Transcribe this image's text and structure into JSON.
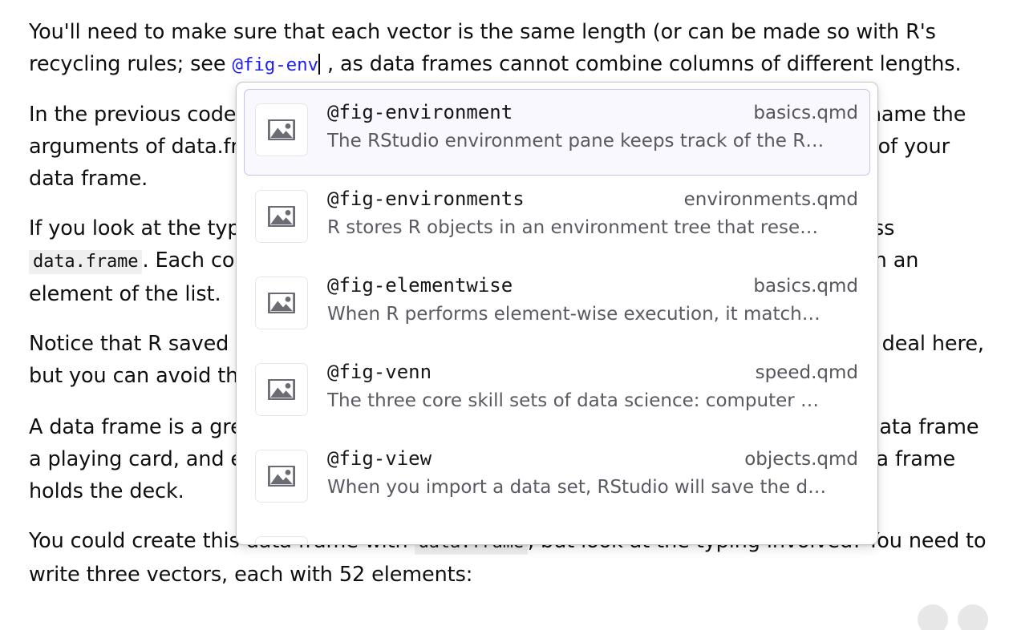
{
  "document": {
    "paragraphs": [
      {
        "id": "p1",
        "parts": [
          {
            "type": "text",
            "text": "You'll need to make sure that each vector is the same length (or can be made so with R's recycling rules; see "
          },
          {
            "type": "ref",
            "text": "@fig-env"
          },
          {
            "type": "caret"
          },
          {
            "type": "text",
            "text": " , as data frames cannot combine columns of different lengths."
          }
        ]
      },
      {
        "id": "p2",
        "parts": [
          {
            "type": "text",
            "text": "In the previous code, you did not name the arguments of data.frame, but you can name the arguments of data.frame, and R will use the argument names to label the columns of your data frame."
          }
        ]
      },
      {
        "id": "p3",
        "parts": [
          {
            "type": "text",
            "text": "If you look at the type of a data frame, you'll see that a data frame is a list with class "
          },
          {
            "type": "code",
            "text": "data.frame"
          },
          {
            "type": "text",
            "text": ". Each column is held together by a list (or data frame) with each column an element of the list."
          }
        ]
      },
      {
        "id": "p4",
        "parts": [
          {
            "type": "text",
            "text": "Notice that R saved your character vector as a vector of factors! It is not a very big deal here, but you can avoid this behavior with "
          },
          {
            "type": "code",
            "text": "stringsAsFactors = FALSE"
          },
          {
            "type": "text",
            "text": "."
          }
        ]
      },
      {
        "id": "p5",
        "parts": [
          {
            "type": "text",
            "text": "A data frame is a great way to store a deck of cards. You can give each row in the data frame a playing card, and each column a variable with the appropriate data type. The data frame holds the deck."
          }
        ]
      },
      {
        "id": "p6",
        "parts": [
          {
            "type": "text",
            "text": "You could create this data frame with "
          },
          {
            "type": "code",
            "text": "data.frame"
          },
          {
            "type": "text",
            "text": ", but look at the typing involved! You need to write three vectors, each with 52 elements:"
          }
        ]
      }
    ]
  },
  "autocomplete": {
    "icon_name": "image-placeholder-icon",
    "selected_index": 0,
    "items": [
      {
        "title": "@fig-environment",
        "file": "basics.qmd",
        "description": "The RStudio environment pane keeps track of the R…"
      },
      {
        "title": "@fig-environments",
        "file": "environments.qmd",
        "description": "R stores R objects in an environment tree that rese…"
      },
      {
        "title": "@fig-elementwise",
        "file": "basics.qmd",
        "description": "When R performs element-wise execution, it match…"
      },
      {
        "title": "@fig-venn",
        "file": "speed.qmd",
        "description": "The three core skill sets of data science: computer …"
      },
      {
        "title": "@fig-view",
        "file": "objects.qmd",
        "description": "When you import a data set, RStudio will save the d…"
      },
      {
        "title": "",
        "file": "",
        "description": ""
      }
    ]
  },
  "colors": {
    "ref_blue": "#2020ee",
    "selected_bg": "#f9f8fe",
    "selected_border": "#c5c3ef",
    "panel_border": "#c8c8cc",
    "code_bg": "#efefef",
    "thumb_fill": "#6b6b73",
    "fab_bg": "#e7e7e7"
  },
  "floating_buttons": [
    {
      "name": "fab-left",
      "label": ""
    },
    {
      "name": "fab-right",
      "label": ""
    }
  ]
}
